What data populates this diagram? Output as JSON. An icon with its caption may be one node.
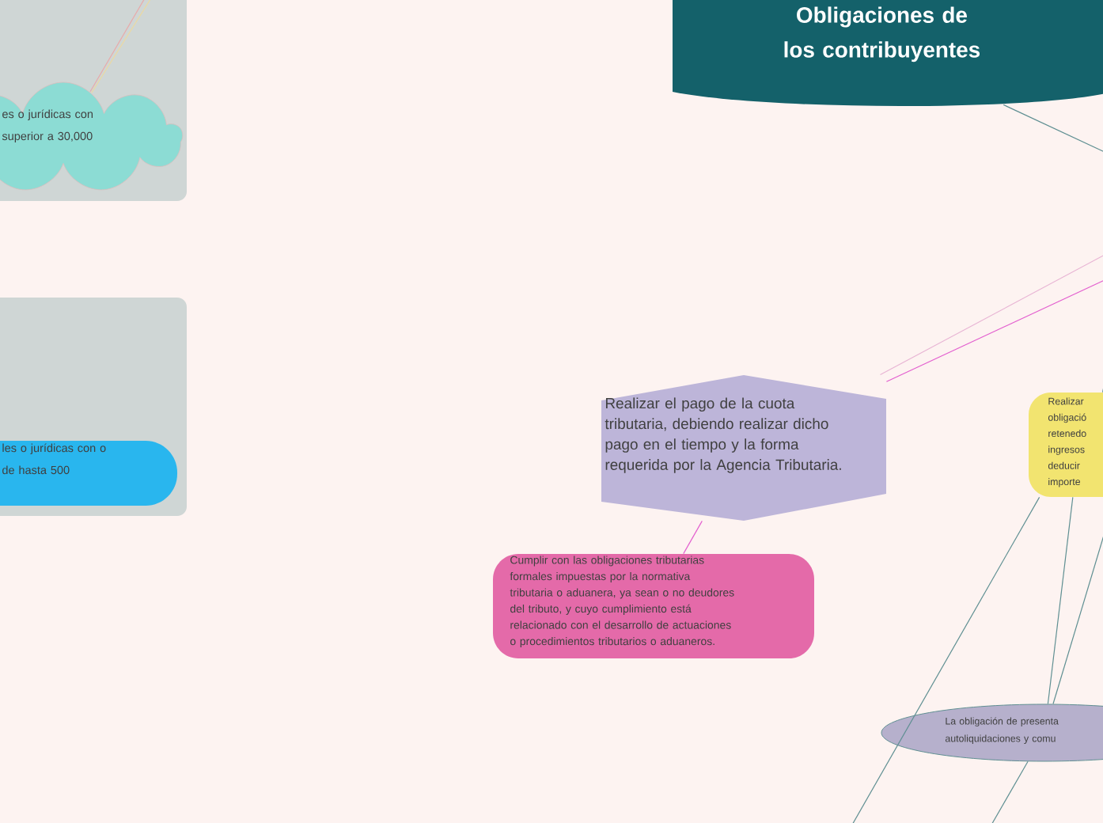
{
  "diagram": {
    "nodes": [
      {
        "text": [
          "Obligaciones de los contribuyentes"
        ]
      },
      {
        "text": [],
        "shape": "box"
      },
      {
        "text": [
          "es o jurídicas con superior a 30,000"
        ],
        "in": 1
      },
      {
        "text": [],
        "shape": "box"
      },
      {
        "text": [
          "les o jurídicas con o de hasta 500"
        ],
        "in": 3
      },
      {
        "text": [
          "Realizar el pago de la cuota tributaria, debiendo realizar dicho pago en el tiempo y la forma requerida por la Agencia Tributaria."
        ]
      },
      {
        "text": [
          "Cumplir con las obligaciones tributarias formales impuestas por la normativa tributaria o aduanera, ya sean o no deudores del tributo, y cuyo cumplimiento está relacionado con el desarrollo de actuaciones o procedimientos tributarios o aduaneros."
        ]
      },
      {
        "text": [
          "Realizar obligació retenedo ingresos deducir importe"
        ]
      },
      {
        "text": [
          "La obligación de presenta autoliquidaciones y comu"
        ]
      }
    ],
    "edges": [
      {
        "from": 0,
        "to": null,
        "arrow": "none"
      },
      {
        "from": null,
        "to": 5,
        "arrow": "none",
        "color": "#e8b4d4"
      },
      {
        "from": null,
        "to": 5,
        "arrow": "none",
        "color": "#e35fcf"
      },
      {
        "from": 5,
        "to": 6,
        "arrow": "none",
        "color": "#e35fcf"
      },
      {
        "from": null,
        "to": 7,
        "arrow": "none"
      },
      {
        "from": 7,
        "to": null,
        "arrow": "none"
      },
      {
        "from": 7,
        "to": 8,
        "arrow": "none"
      },
      {
        "from": null,
        "to": 8,
        "arrow": "none"
      },
      {
        "from": 8,
        "to": null,
        "arrow": "none"
      },
      {
        "from": null,
        "to": 2,
        "arrow": "none",
        "color": "#e9a9a9"
      },
      {
        "from": null,
        "to": 2,
        "arrow": "none",
        "color": "#ecd9a0"
      }
    ]
  }
}
